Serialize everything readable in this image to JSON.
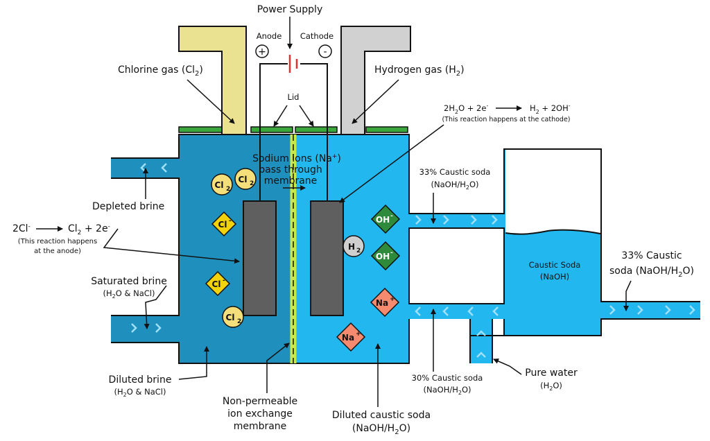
{
  "title": "Power Supply",
  "anode": "Anode",
  "cathode": "Cathode",
  "anode_sign": "+",
  "cathode_sign": "-",
  "lid": "Lid",
  "chlorine_gas": "Chlorine gas (Cl",
  "chlorine_sub": "2",
  "hydrogen_gas": "Hydrogen gas (H",
  "hydrogen_sub": "2",
  "cathode_reaction": {
    "lhs": "2H",
    "lhs_sub": "2",
    "lhs_rest": "O + 2e",
    "lhs_sup": "-",
    "rhs": "H",
    "rhs_sub": "2",
    "rhs_rest": " + 2OH",
    "rhs_sup": "-",
    "note": "(This reaction happens at the cathode)"
  },
  "anode_reaction": {
    "lhs": "2Cl",
    "lhs_sup": "-",
    "rhs": "Cl",
    "rhs_sub": "2",
    "rhs_rest": " + 2e",
    "rhs_sup": "-",
    "note1": "(This reaction happens",
    "note2": "at the anode)"
  },
  "sodium_ions": [
    "Sodium ions (Na",
    "pass through",
    "membrane"
  ],
  "sodium_sup": "+",
  "depleted_brine": "Depleted brine",
  "saturated_brine": [
    "Saturated brine",
    "(H",
    "O & NaCl)"
  ],
  "diluted_brine": [
    "Diluted brine",
    "(H",
    "O & NaCl)"
  ],
  "membrane": [
    "Non-permeable",
    "ion exchange",
    "membrane"
  ],
  "diluted_caustic": [
    "Diluted caustic soda",
    "(NaOH/H",
    "O)"
  ],
  "caustic_top": [
    "33% Caustic soda",
    "(NaOH/H",
    "O)"
  ],
  "caustic_30": [
    "30% Caustic soda",
    "(NaOH/H",
    "O)"
  ],
  "pure_water": [
    "Pure water",
    "(H",
    "O)"
  ],
  "tank": [
    "Caustic Soda",
    "(NaOH)"
  ],
  "caustic_out": [
    "33% Caustic",
    "soda (NaOH/H",
    "O)"
  ],
  "ions": {
    "cl2": "Cl",
    "cl2_sub": "2",
    "cl": "Cl",
    "cl_sup": "-",
    "oh": "OH",
    "oh_sup": "-",
    "na": "Na",
    "na_sup": "+",
    "h2": "H",
    "h2_sub": "2"
  },
  "colors": {
    "anode_solution": "#1f8fbd",
    "cathode_solution": "#22b7ee",
    "chlorine_pipe": "#ebe291",
    "hydrogen_pipe": "#d1d1d1",
    "lid_green": "#3aa83a",
    "electrode": "#5f5f5f",
    "cl2_ion": "#f5df7a",
    "cl_ion": "#f2d20a",
    "oh_ion": "#2e8b3c",
    "na_ion": "#f58a6e",
    "h2_ion": "#cfcfcf",
    "flow_arrow": "#9fe0f8"
  }
}
